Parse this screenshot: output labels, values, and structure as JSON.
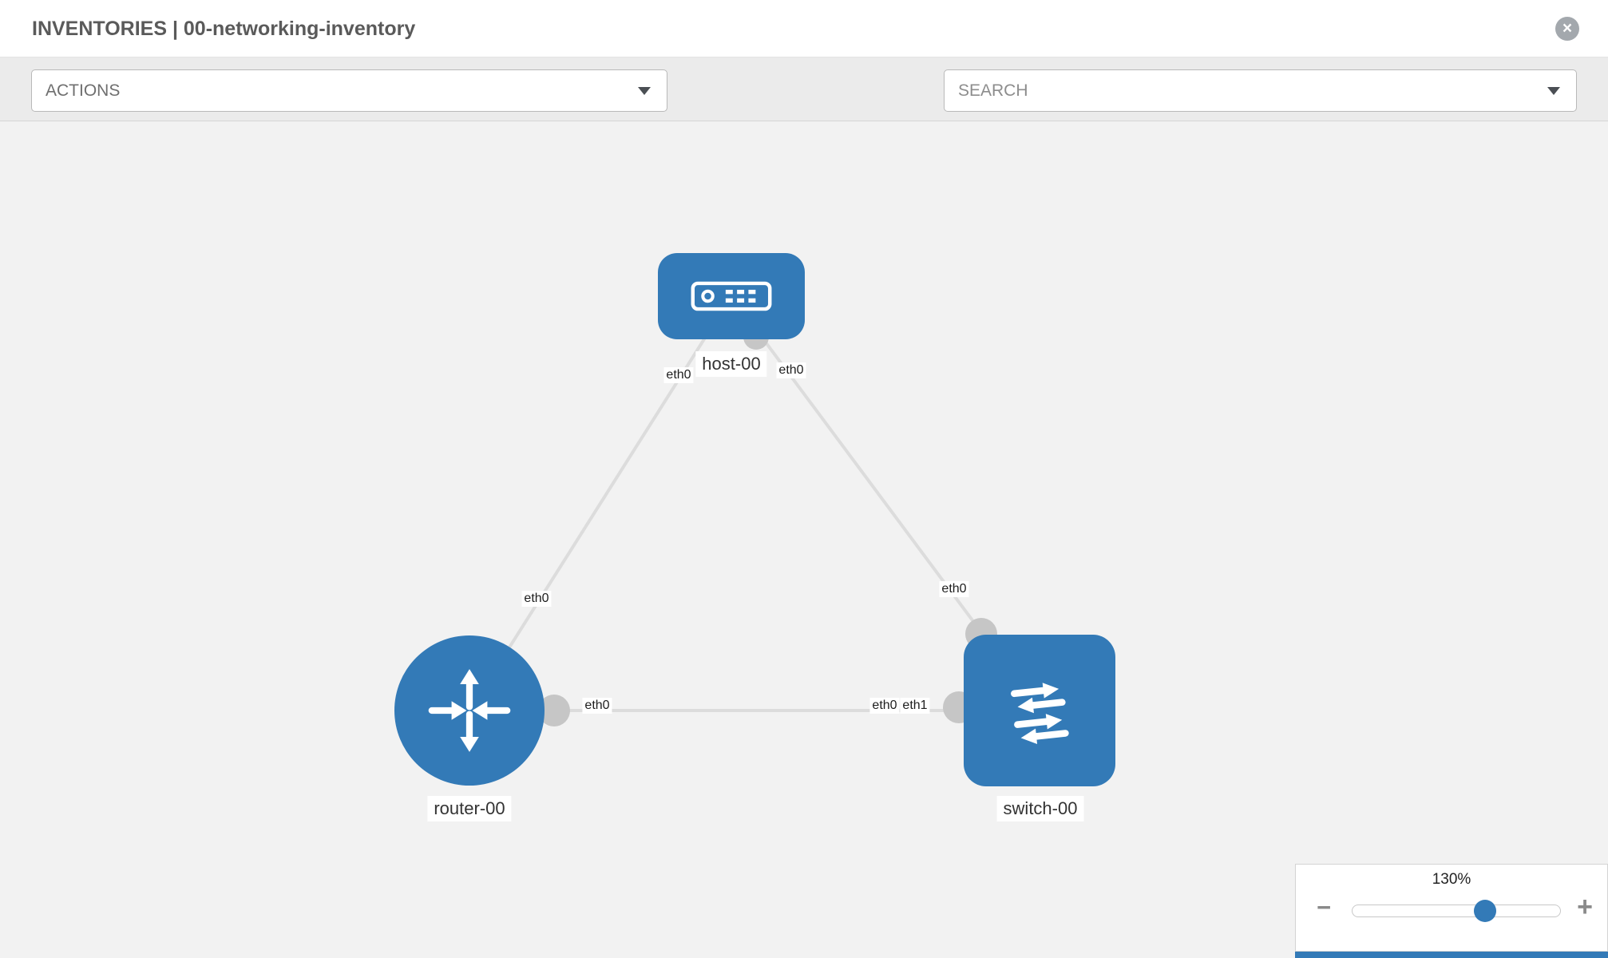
{
  "header": {
    "title": "INVENTORIES | 00-networking-inventory",
    "close_glyph": "×"
  },
  "toolbar": {
    "actions_label": "ACTIONS",
    "search_label": "SEARCH",
    "icons": [
      "wrench-icon",
      "key-icon"
    ]
  },
  "topology": {
    "nodes": [
      {
        "label": "host-00",
        "type": "host"
      },
      {
        "label": "router-00",
        "type": "router"
      },
      {
        "label": "switch-00",
        "type": "switch"
      }
    ],
    "links": [
      {
        "from": "host-00",
        "to": "router-00",
        "from_if": "eth0",
        "to_if": "eth0"
      },
      {
        "from": "host-00",
        "to": "switch-00",
        "from_if": "eth0",
        "to_if": "eth0"
      },
      {
        "from": "router-00",
        "to": "switch-00",
        "from_if": "eth0",
        "to_if": "eth1",
        "to_if_overlap": "eth0"
      }
    ]
  },
  "zoom": {
    "level": "130%",
    "out_glyph": "−",
    "in_glyph": "+"
  },
  "colors": {
    "node_fill": "#337ab7",
    "link_stroke": "#dcdcdc",
    "port_dot": "#c6c6c6",
    "canvas_bg": "#f2f2f2",
    "toolbar_bg": "#ebebeb"
  }
}
